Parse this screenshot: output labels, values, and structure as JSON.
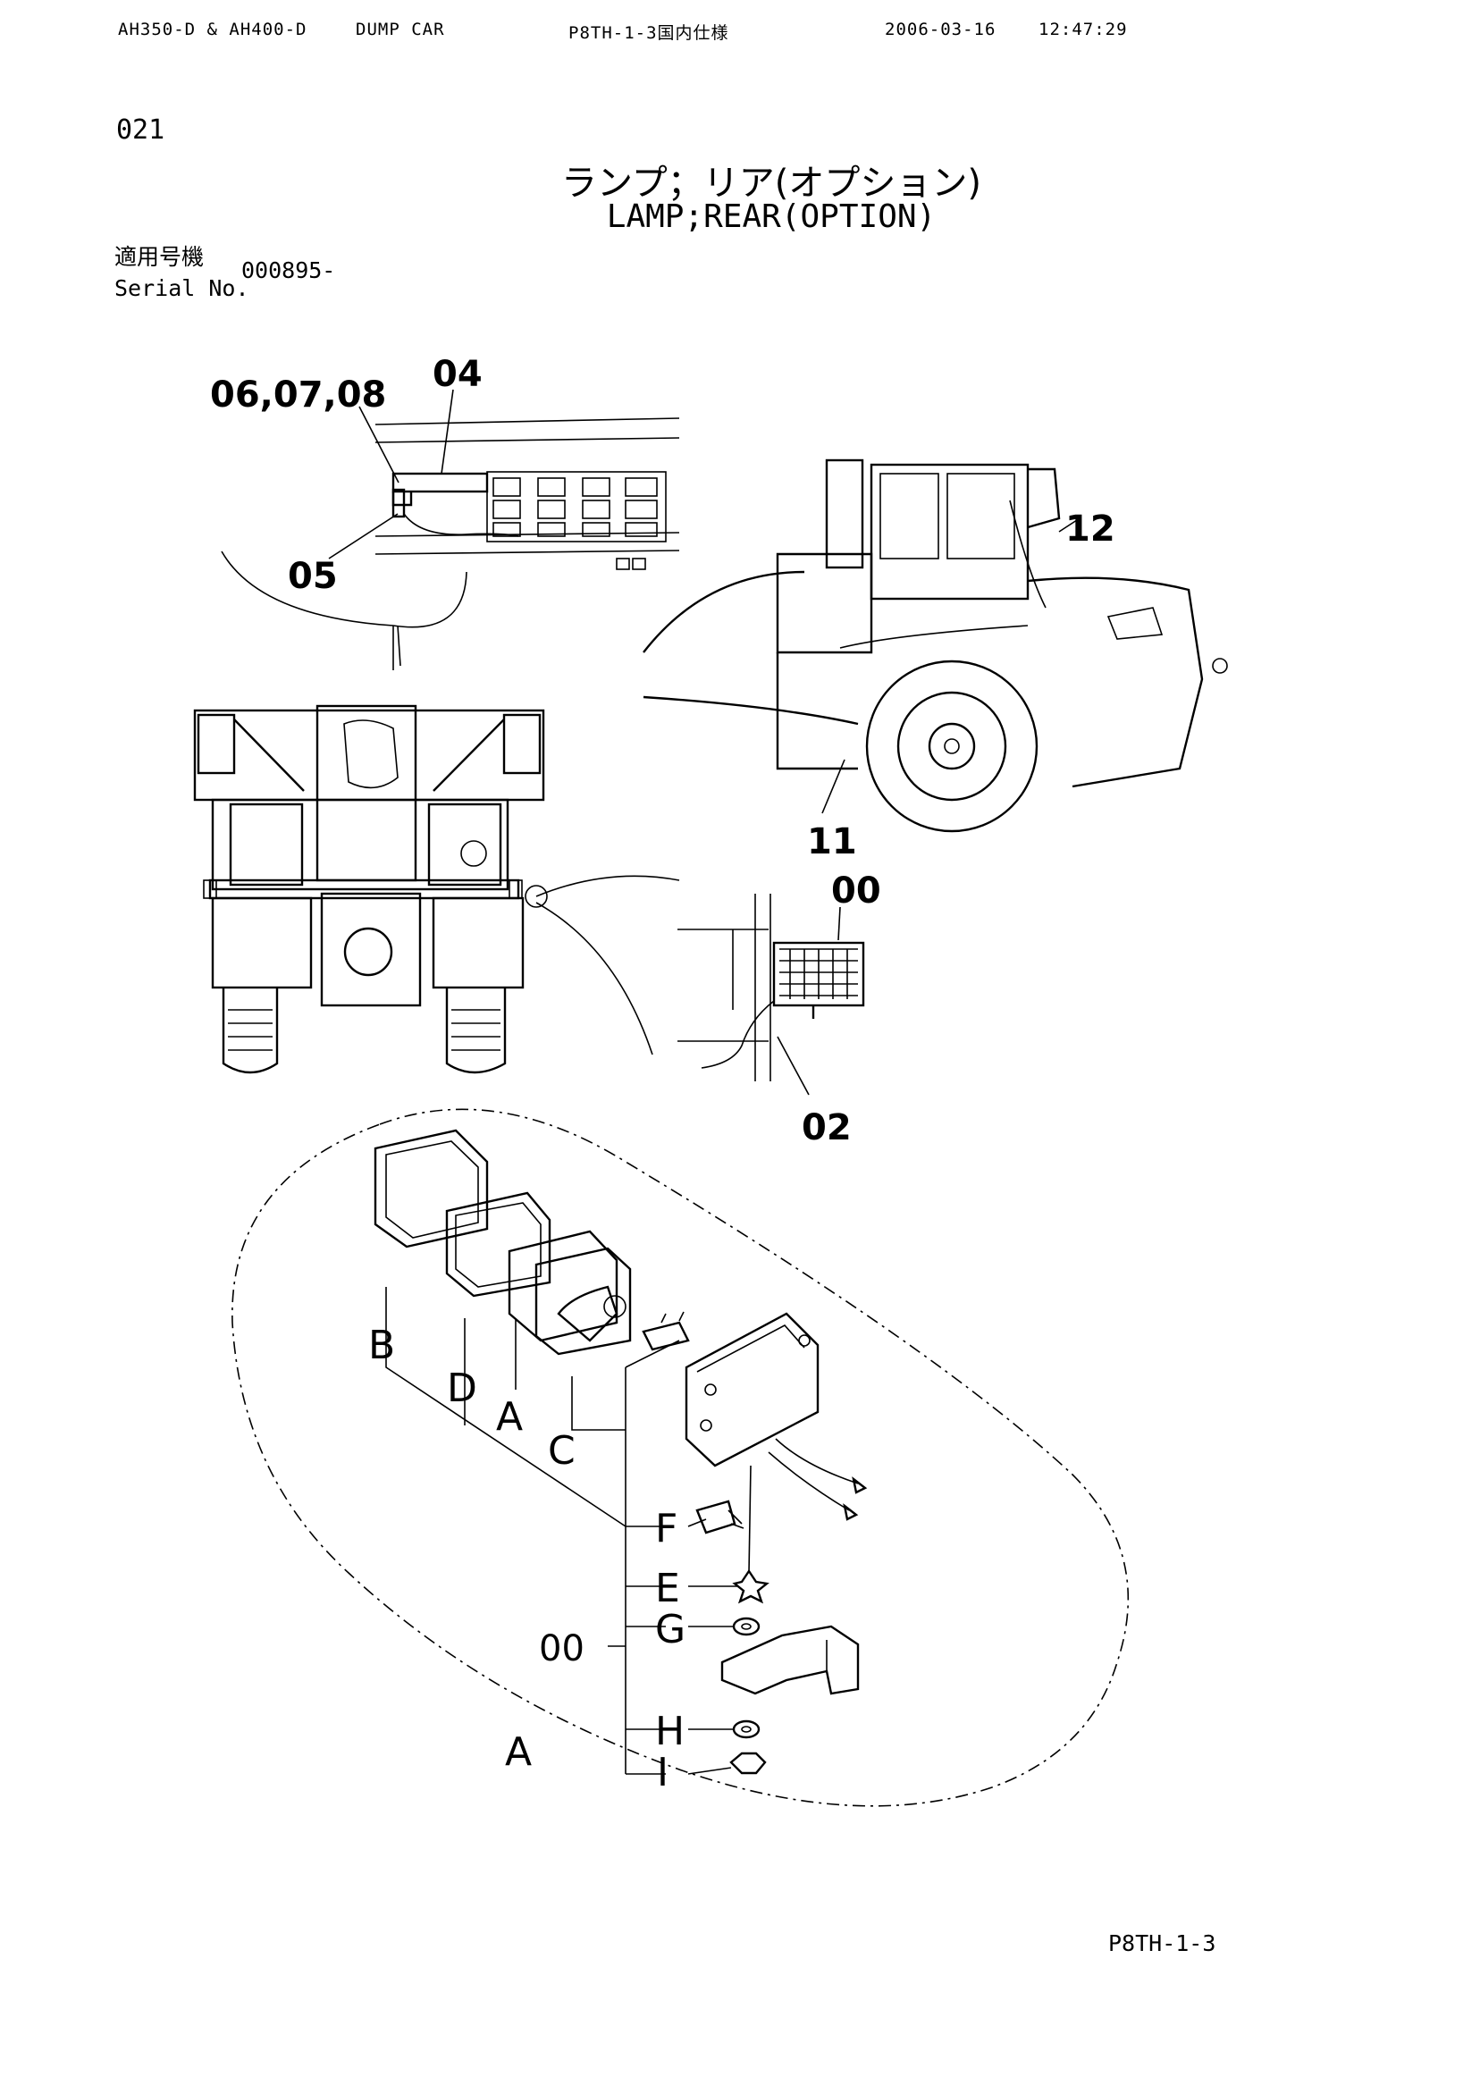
{
  "header": {
    "model": "AH350-D & AH400-D",
    "product": "DUMP CAR",
    "doc_code": "P8TH-1-3国内仕様",
    "date": "2006-03-16",
    "time": "12:47:29"
  },
  "page_number": "021",
  "title": {
    "japanese": "ランプ；リア(オプション)",
    "english": "LAMP;REAR(OPTION)"
  },
  "serial": {
    "label_jp": "適用号機",
    "label_en": "Serial No.",
    "value": "000895-"
  },
  "callouts": {
    "c060708": "06,07,08",
    "c04": "04",
    "c05": "05",
    "c12": "12",
    "c11": "11",
    "c00_lamp": "00",
    "c02": "02",
    "c00_assy": "00"
  },
  "part_letters": {
    "B": "B",
    "D": "D",
    "A_top": "A",
    "C": "C",
    "F": "F",
    "E": "E",
    "G": "G",
    "H": "H",
    "I": "I",
    "A_bottom": "A"
  },
  "footer": {
    "code": "P8TH-1-3"
  }
}
